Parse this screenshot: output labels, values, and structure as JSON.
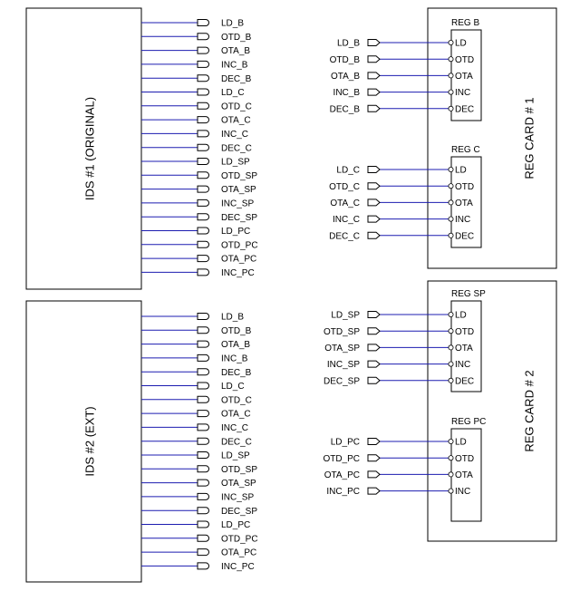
{
  "ids_blocks": [
    {
      "title": "IDS #1 (ORIGINAL)",
      "signals": [
        "LD_B",
        "OTD_B",
        "OTA_B",
        "INC_B",
        "DEC_B",
        "LD_C",
        "OTD_C",
        "OTA_C",
        "INC_C",
        "DEC_C",
        "LD_SP",
        "OTD_SP",
        "OTA_SP",
        "INC_SP",
        "DEC_SP",
        "LD_PC",
        "OTD_PC",
        "OTA_PC",
        "INC_PC"
      ]
    },
    {
      "title": "IDS #2 (EXT)",
      "signals": [
        "LD_B",
        "OTD_B",
        "OTA_B",
        "INC_B",
        "DEC_B",
        "LD_C",
        "OTD_C",
        "OTA_C",
        "INC_C",
        "DEC_C",
        "LD_SP",
        "OTD_SP",
        "OTA_SP",
        "INC_SP",
        "DEC_SP",
        "LD_PC",
        "OTD_PC",
        "OTA_PC",
        "INC_PC"
      ]
    }
  ],
  "reg_cards": [
    {
      "title": "REG CARD # 1",
      "regs": [
        {
          "title": "REG B",
          "pins": [
            "LD",
            "OTD",
            "OTA",
            "INC",
            "DEC"
          ],
          "inputs": [
            "LD_B",
            "OTD_B",
            "OTA_B",
            "INC_B",
            "DEC_B"
          ]
        },
        {
          "title": "REG C",
          "pins": [
            "LD",
            "OTD",
            "OTA",
            "INC",
            "DEC"
          ],
          "inputs": [
            "LD_C",
            "OTD_C",
            "OTA_C",
            "INC_C",
            "DEC_C"
          ]
        }
      ]
    },
    {
      "title": "REG CARD # 2",
      "regs": [
        {
          "title": "REG SP",
          "pins": [
            "LD",
            "OTD",
            "OTA",
            "INC",
            "DEC"
          ],
          "inputs": [
            "LD_SP",
            "OTD_SP",
            "OTA_SP",
            "INC_SP",
            "DEC_SP"
          ]
        },
        {
          "title": "REG PC",
          "pins": [
            "LD",
            "OTD",
            "OTA",
            "INC"
          ],
          "inputs": [
            "LD_PC",
            "OTD_PC",
            "OTA_PC",
            "INC_PC"
          ]
        }
      ]
    }
  ]
}
